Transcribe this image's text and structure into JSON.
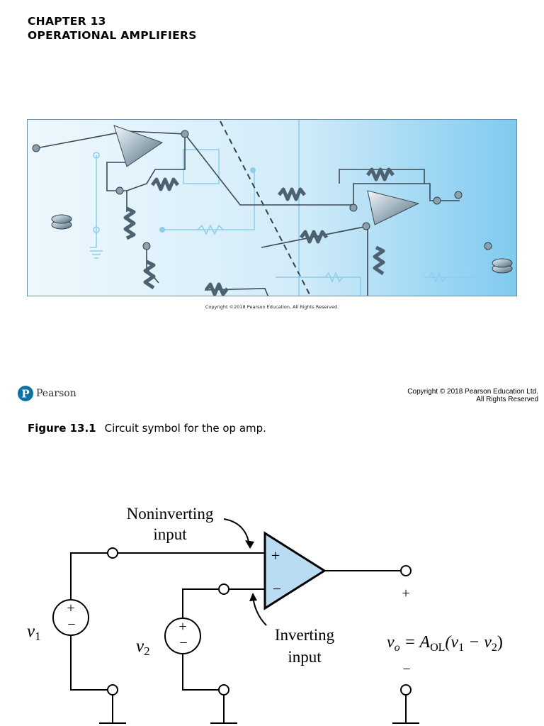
{
  "slide1": {
    "chapter": "CHAPTER 13",
    "chapter_title": "OPERATIONAL AMPLIFIERS",
    "image_copyright": "Copyright ©2018 Pearson Education, All Rights Reserved.",
    "publisher": "Pearson",
    "footer_copyright_line1": "Copyright © 2018 Pearson Education Ltd.",
    "footer_copyright_line2": "All Rights Reserved"
  },
  "slide2": {
    "figure_label": "Figure 13.1",
    "figure_caption": "Circuit symbol for the op amp.",
    "circuit": {
      "noninverting_line1": "Noninverting",
      "noninverting_line2": "input",
      "inverting_line1": "Inverting",
      "inverting_line2": "input",
      "plus": "+",
      "minus": "−",
      "v1": "v",
      "v1_sub": "1",
      "v2": "v",
      "v2_sub": "2",
      "out_plus": "+",
      "out_minus": "−",
      "vo_expr": "v",
      "vo_sub": "o",
      "eq": " = A",
      "aol_sub": "OL",
      "open": "(v",
      "s1": "1",
      "mid": " − v",
      "s2": "2",
      "close": ")"
    }
  },
  "colors": {
    "banner_light": "#e6f4fc",
    "banner_dark": "#7fcaf0",
    "opamp_fill": "#b9dcf2"
  }
}
